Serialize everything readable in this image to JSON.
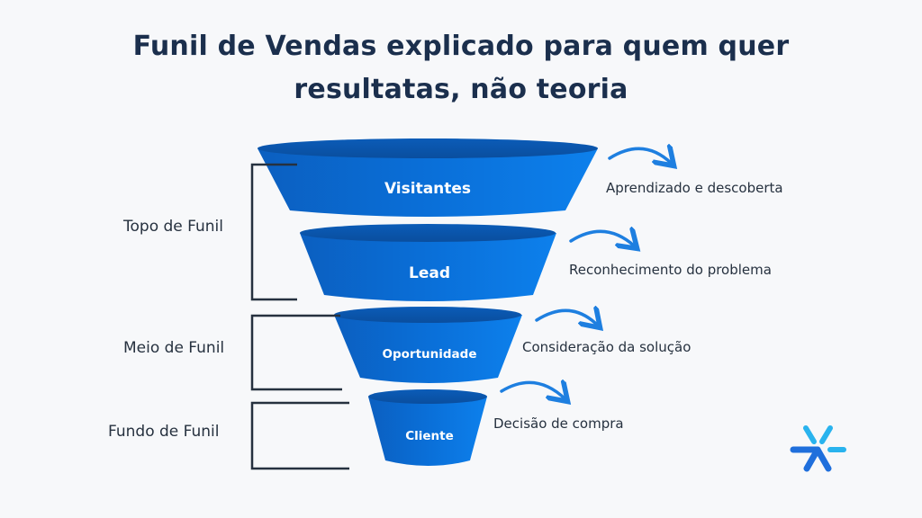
{
  "title": {
    "line1": "Funil de Vendas explicado para quem quer",
    "line2": "resultatas, não teoria"
  },
  "stages": [
    {
      "label": "Visitantes",
      "description": "Aprendizado e descoberta"
    },
    {
      "label": "Lead",
      "description": "Reconhecimento do problema"
    },
    {
      "label": "Oportunidade",
      "description": "Consideração da solução"
    },
    {
      "label": "Cliente",
      "description": "Decisão de compra"
    }
  ],
  "sections": [
    {
      "label": "Topo de Funil"
    },
    {
      "label": "Meio de Funil"
    },
    {
      "label": "Fundo de Funil"
    }
  ],
  "colors": {
    "funnel": "#0a6fd6",
    "funnel_dark": "#0856a8",
    "arrow": "#1e7fe0",
    "text": "#26313f",
    "title": "#1b2f4d"
  },
  "logo": {
    "icon": "asterisk-arrow-logo-icon"
  }
}
